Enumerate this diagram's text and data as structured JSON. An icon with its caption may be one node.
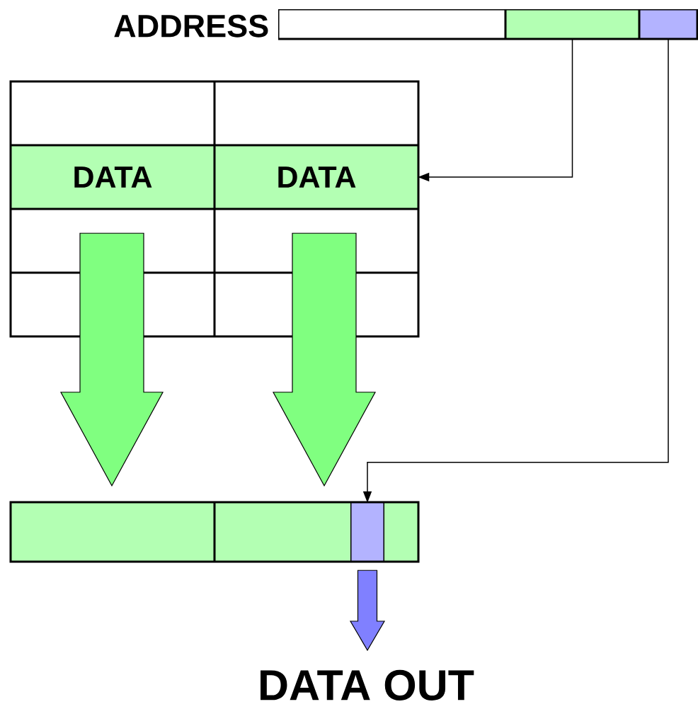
{
  "diagram": {
    "nodes": [
      {
        "text": [
          "ADDRESS"
        ]
      },
      {
        "text": [],
        "shape": "box",
        "in": 0
      },
      {
        "text": [],
        "shape": "box",
        "in": 0
      },
      {
        "text": [],
        "shape": "box",
        "in": 0
      },
      {
        "text": [],
        "shape": "box"
      },
      {
        "text": [],
        "shape": "box",
        "in": 4
      },
      {
        "text": [],
        "shape": "box",
        "in": 4
      },
      {
        "text": [
          "DATA"
        ],
        "in": 4
      },
      {
        "text": [
          "DATA"
        ],
        "in": 4
      },
      {
        "text": [],
        "shape": "box",
        "in": 4
      },
      {
        "text": [],
        "shape": "box",
        "in": 4
      },
      {
        "text": [],
        "shape": "box",
        "in": 4
      },
      {
        "text": [],
        "shape": "box",
        "in": 4
      },
      {
        "text": [],
        "shape": "box"
      },
      {
        "text": [],
        "shape": "box",
        "in": 13
      },
      {
        "text": [],
        "shape": "box",
        "in": 13
      },
      {
        "text": [],
        "shape": "box",
        "in": 15
      },
      {
        "text": [
          "DATA OUT"
        ]
      }
    ],
    "edges": [
      {
        "from": 2,
        "to": 8,
        "arrow": "to"
      },
      {
        "from": 3,
        "to": 16,
        "arrow": "to"
      },
      {
        "from": 7,
        "to": 14,
        "arrow": "to",
        "style": "thick",
        "color": "#80ff80"
      },
      {
        "from": 8,
        "to": 15,
        "arrow": "to",
        "style": "thick",
        "color": "#80ff80"
      },
      {
        "from": 16,
        "to": 17,
        "arrow": "to",
        "style": "thick",
        "color": "#8080ff"
      }
    ]
  }
}
